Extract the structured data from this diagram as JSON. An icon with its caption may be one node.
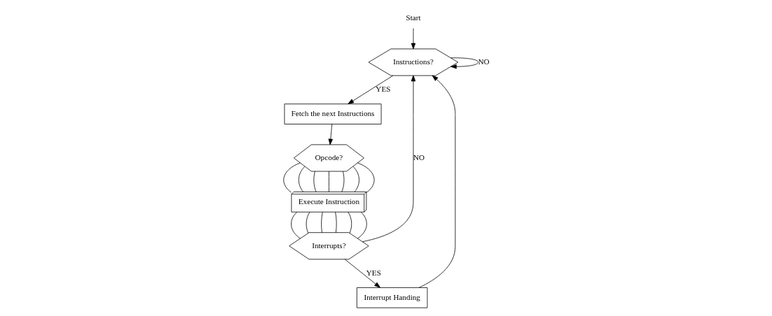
{
  "diagram": {
    "nodes": [
      {
        "text": [
          "Start"
        ]
      },
      {
        "text": [
          "Instructions?"
        ]
      },
      {
        "text": [
          "Fetch the next Instructions"
        ]
      },
      {
        "text": [
          "Opcode?"
        ]
      },
      {
        "text": [
          "Execute Instruction"
        ]
      },
      {
        "text": [
          "Interrupts?"
        ]
      },
      {
        "text": [
          "Interrupt Handing"
        ]
      }
    ],
    "edges": [
      {
        "from": 0,
        "to": 1,
        "arrow": "to"
      },
      {
        "from": 1,
        "to": 2,
        "arrow": "to",
        "label": "YES"
      },
      {
        "from": 1,
        "to": 1,
        "arrow": "to",
        "label": "NO"
      },
      {
        "from": 2,
        "to": 3,
        "arrow": "to"
      },
      {
        "from": 3,
        "to": 4,
        "arrow": "none"
      },
      {
        "from": 3,
        "to": 4,
        "arrow": "none"
      },
      {
        "from": 3,
        "to": 4,
        "arrow": "none"
      },
      {
        "from": 3,
        "to": 4,
        "arrow": "none"
      },
      {
        "from": 3,
        "to": 4,
        "arrow": "none"
      },
      {
        "from": 3,
        "to": 4,
        "arrow": "none"
      },
      {
        "from": 3,
        "to": 4,
        "arrow": "none"
      },
      {
        "from": 4,
        "to": 5,
        "arrow": "none"
      },
      {
        "from": 4,
        "to": 5,
        "arrow": "none"
      },
      {
        "from": 4,
        "to": 5,
        "arrow": "none"
      },
      {
        "from": 4,
        "to": 5,
        "arrow": "none"
      },
      {
        "from": 4,
        "to": 5,
        "arrow": "none"
      },
      {
        "from": 4,
        "to": 5,
        "arrow": "none"
      },
      {
        "from": 5,
        "to": 6,
        "arrow": "to",
        "label": "YES"
      },
      {
        "from": 5,
        "to": 1,
        "arrow": "to",
        "label": "NO"
      },
      {
        "from": 6,
        "to": 1,
        "arrow": "to"
      }
    ]
  }
}
